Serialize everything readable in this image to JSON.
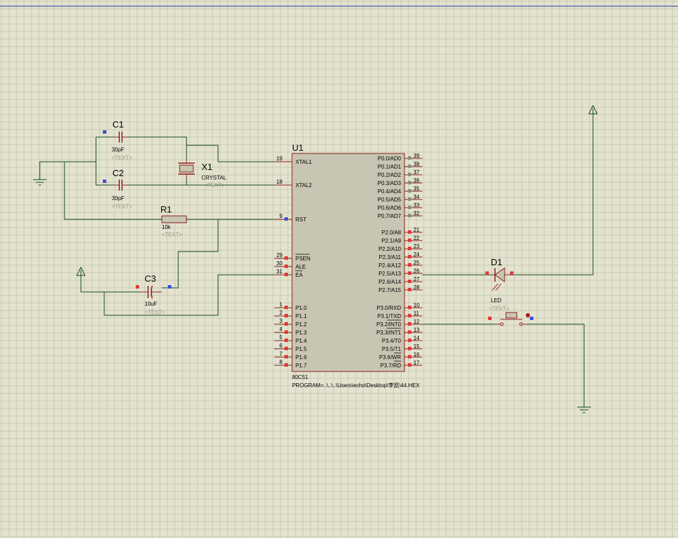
{
  "components": {
    "C1": {
      "ref": "C1",
      "value": "30pF",
      "text": "<TEXT>"
    },
    "C2": {
      "ref": "C2",
      "value": "30pF",
      "text": "<TEXT>"
    },
    "C3": {
      "ref": "C3",
      "value": "10uF",
      "text": "<TEXT>"
    },
    "X1": {
      "ref": "X1",
      "value": "CRYSTAL",
      "text": "<TEXT>"
    },
    "R1": {
      "ref": "R1",
      "value": "10k",
      "text": "<TEXT>"
    },
    "D1": {
      "ref": "D1",
      "value": "LED",
      "text": "<TEXT>"
    },
    "U1": {
      "ref": "U1",
      "part": "80C51",
      "program": "PROGRAM=..\\..\\..\\Users\\echo\\Desktop\\李凯\\44.HEX"
    }
  },
  "u1_left_pins": [
    {
      "num": "19",
      "name": "XTAL1"
    },
    {
      "num": "18",
      "name": "XTAL2"
    },
    {
      "num": "9",
      "name": "RST"
    },
    {
      "num": "29",
      "name": "PSEN"
    },
    {
      "num": "30",
      "name": "ALE"
    },
    {
      "num": "31",
      "name": "EA"
    },
    {
      "num": "1",
      "name": "P1.0"
    },
    {
      "num": "2",
      "name": "P1.1"
    },
    {
      "num": "3",
      "name": "P1.2"
    },
    {
      "num": "4",
      "name": "P1.3"
    },
    {
      "num": "5",
      "name": "P1.4"
    },
    {
      "num": "6",
      "name": "P1.5"
    },
    {
      "num": "7",
      "name": "P1.6"
    },
    {
      "num": "8",
      "name": "P1.7"
    }
  ],
  "u1_right_pins": [
    {
      "num": "39",
      "name": "P0.0/AD0"
    },
    {
      "num": "38",
      "name": "P0.1/AD1"
    },
    {
      "num": "37",
      "name": "P0.2/AD2"
    },
    {
      "num": "36",
      "name": "P0.3/AD3"
    },
    {
      "num": "35",
      "name": "P0.4/AD4"
    },
    {
      "num": "34",
      "name": "P0.5/AD5"
    },
    {
      "num": "33",
      "name": "P0.6/AD6"
    },
    {
      "num": "32",
      "name": "P0.7/AD7"
    },
    {
      "num": "21",
      "name": "P2.0/A8"
    },
    {
      "num": "22",
      "name": "P2.1/A9"
    },
    {
      "num": "23",
      "name": "P2.2/A10"
    },
    {
      "num": "24",
      "name": "P2.3/A11"
    },
    {
      "num": "25",
      "name": "P2.4/A12"
    },
    {
      "num": "26",
      "name": "P2.5/A13"
    },
    {
      "num": "27",
      "name": "P2.6/A14"
    },
    {
      "num": "28",
      "name": "P2.7/A15"
    },
    {
      "num": "10",
      "name": "P3.0/RXD"
    },
    {
      "num": "11",
      "name": "P3.1/TXD"
    },
    {
      "num": "12",
      "name": "P3.2/INT0"
    },
    {
      "num": "13",
      "name": "P3.3/INT1"
    },
    {
      "num": "14",
      "name": "P3.4/T0"
    },
    {
      "num": "15",
      "name": "P3.5/T1"
    },
    {
      "num": "16",
      "name": "P3.6/WR"
    },
    {
      "num": "17",
      "name": "P3.7/RD"
    }
  ],
  "colors": {
    "grid": "#c9c8b2",
    "grid_major": "#b3b29b",
    "wire": "#0f4a12",
    "body": "#c8c6b2",
    "outline": "#8b1c1c",
    "pin_red": "#e0383a",
    "pin_blue": "#3b4fd8",
    "pin_gray": "#8a8a8a",
    "border_line": "#27309e"
  }
}
